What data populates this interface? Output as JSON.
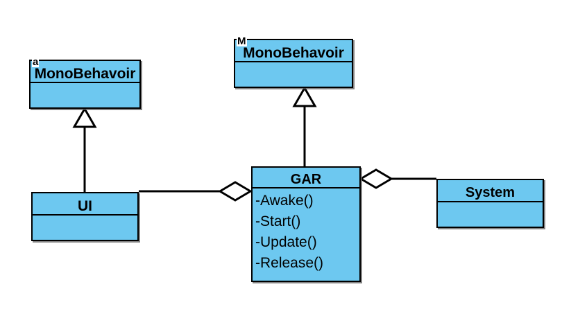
{
  "diagram": {
    "type": "uml-class-diagram",
    "background_color": "#ffffff",
    "class_fill_color": "#6DC8F0",
    "class_border_color": "#000000",
    "classes": [
      {
        "id": "mono-a",
        "name": "MonoBehavoir",
        "corner_badge": "a",
        "members": []
      },
      {
        "id": "mono-m",
        "name": "MonoBehavoir",
        "corner_badge": "M",
        "members": []
      },
      {
        "id": "ui",
        "name": "UI",
        "members": []
      },
      {
        "id": "gar",
        "name": "GAR",
        "members": [
          "-Awake()",
          "-Start()",
          "-Update()",
          "-Release()"
        ]
      },
      {
        "id": "system",
        "name": "System",
        "members": []
      }
    ],
    "relationships": [
      {
        "kind": "generalization",
        "from": "ui",
        "to": "mono-a",
        "marker": "hollow-triangle"
      },
      {
        "kind": "generalization",
        "from": "gar",
        "to": "mono-m",
        "marker": "hollow-triangle"
      },
      {
        "kind": "aggregation",
        "from": "gar",
        "to": "ui",
        "marker": "hollow-diamond"
      },
      {
        "kind": "aggregation",
        "from": "gar",
        "to": "system",
        "marker": "hollow-diamond"
      }
    ]
  }
}
